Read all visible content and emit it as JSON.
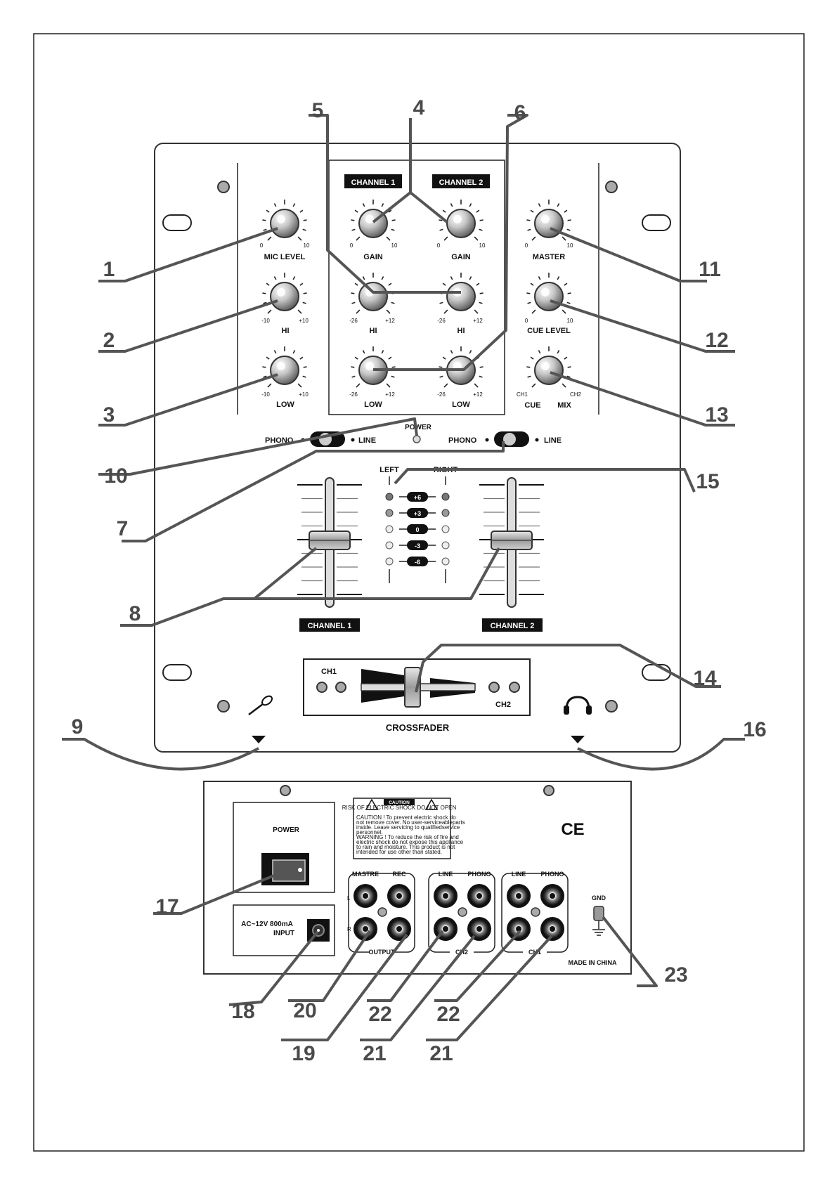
{
  "front": {
    "channel_headers": [
      "CHANNEL 1",
      "CHANNEL 2"
    ],
    "mic_section": {
      "mic_level": "MIC LEVEL",
      "mic_scale": [
        "0",
        "10"
      ],
      "hi": "HI",
      "hi_scale": [
        "-10",
        "+10"
      ],
      "low": "LOW",
      "low_scale": [
        "-10",
        "+10"
      ]
    },
    "channel_knobs": {
      "gain": "GAIN",
      "gain_scale": [
        "0",
        "10"
      ],
      "hi": "HI",
      "low": "LOW",
      "eq_scale": [
        "-26",
        "+12"
      ]
    },
    "master_section": {
      "master": "MASTER",
      "master_scale": [
        "0",
        "10"
      ],
      "cue_level": "CUE LEVEL",
      "cue_level_scale": [
        "0",
        "10"
      ],
      "cue": "CUE",
      "mix": "MIX",
      "cue_mix_scale": [
        "CH1",
        "CH2"
      ]
    },
    "power_label": "POWER",
    "switch_phono": "PHONO",
    "switch_line": "LINE",
    "meter_left": "LEFT",
    "meter_right": "RIGHT",
    "meter_levels": [
      "+6",
      "+3",
      "0",
      "-3",
      "-6"
    ],
    "fader_labels": [
      "CHANNEL 1",
      "CHANNEL 2"
    ],
    "crossfader": {
      "label": "CROSSFADER",
      "ch1": "CH1",
      "ch2": "CH2"
    }
  },
  "rear": {
    "power_label": "POWER",
    "dc_input": [
      "AC~12V  800mA",
      "INPUT"
    ],
    "caution_title": "CAUTION",
    "caution_sub": "RISK OF ELECTRIC SHOCK DO NOT OPEN",
    "caution_lines": [
      "CAUTION ! To prevent electric shock do",
      "not remove cover. No user-serviceableparts",
      "inside. Leave servicing to qualifiedservice",
      "personnel.",
      "WARNING ! To reduce the risk of fire and",
      "electric shock do not expose this appliance",
      "to rain and moisture. This product is not",
      "intended for use other than stated."
    ],
    "ce_mark": "CE",
    "output_group": {
      "top": [
        "MASTRE",
        "REC"
      ],
      "bottom": "OUTPUT",
      "lr": [
        "L",
        "R"
      ]
    },
    "ch2_group": {
      "top": [
        "LINE",
        "PHONO"
      ],
      "bottom": "CH2"
    },
    "ch1_group": {
      "top": [
        "LINE",
        "PHONO"
      ],
      "bottom": "CH1"
    },
    "gnd": "GND",
    "made_in": "MADE IN CHINA"
  },
  "callouts": [
    "1",
    "2",
    "3",
    "4",
    "5",
    "6",
    "7",
    "8",
    "9",
    "10",
    "11",
    "12",
    "13",
    "14",
    "15",
    "16",
    "17",
    "18",
    "19",
    "20",
    "21",
    "21",
    "22",
    "22",
    "23"
  ]
}
